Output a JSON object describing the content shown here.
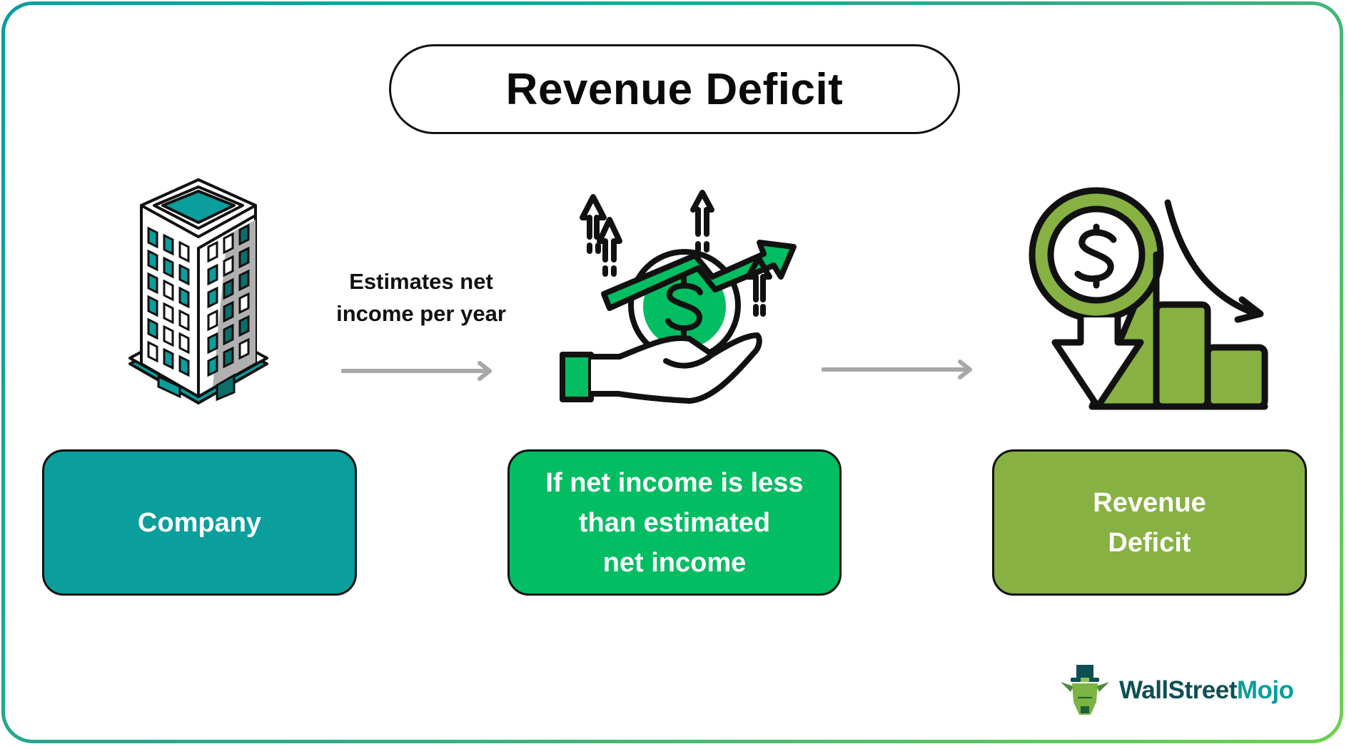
{
  "title": "Revenue Deficit",
  "colors": {
    "frame_gradient_start": "#0a9ca0",
    "frame_gradient_end": "#6fd24f",
    "company": "#0a9e9c",
    "condition": "#02bd62",
    "deficit": "#87b142",
    "arrow": "#a8a8a8",
    "outline": "#111111"
  },
  "flow": {
    "connector_label": "Estimates net income per year",
    "steps": [
      {
        "icon": "office-building-icon",
        "label": "Company"
      },
      {
        "icon": "hand-holding-dollar-growth-icon",
        "label": "If net income is less\nthan estimated\nnet income"
      },
      {
        "icon": "dollar-down-chart-icon",
        "label": "Revenue\nDeficit"
      }
    ]
  },
  "logo": {
    "part1": "WallStreet",
    "part2": "Mojo",
    "icon": "bull-with-top-hat-icon"
  }
}
